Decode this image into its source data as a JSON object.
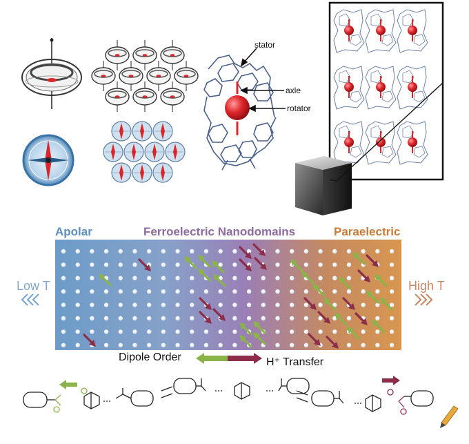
{
  "labels": {
    "stator": "stator",
    "axle": "axle",
    "rotator": "rotator"
  },
  "phases": {
    "apolar": "Apolar",
    "ferro": "Ferroelectric Nanodomains",
    "para": "Paraelectric"
  },
  "sides": {
    "low": "Low T",
    "high": "High T"
  },
  "captions": {
    "dipole": "Dipole Order",
    "proton": "H⁺ Transfer"
  },
  "colors": {
    "apolar": "#5b8fbf",
    "ferro": "#8e6aa3",
    "para": "#c77c3a",
    "green_arrow": "#8ab34a",
    "red_arrow": "#8c2e4a",
    "low_chevron": "#7fa9cf",
    "high_chevron": "#c98a6a",
    "rotator_red": "#d8262b"
  }
}
